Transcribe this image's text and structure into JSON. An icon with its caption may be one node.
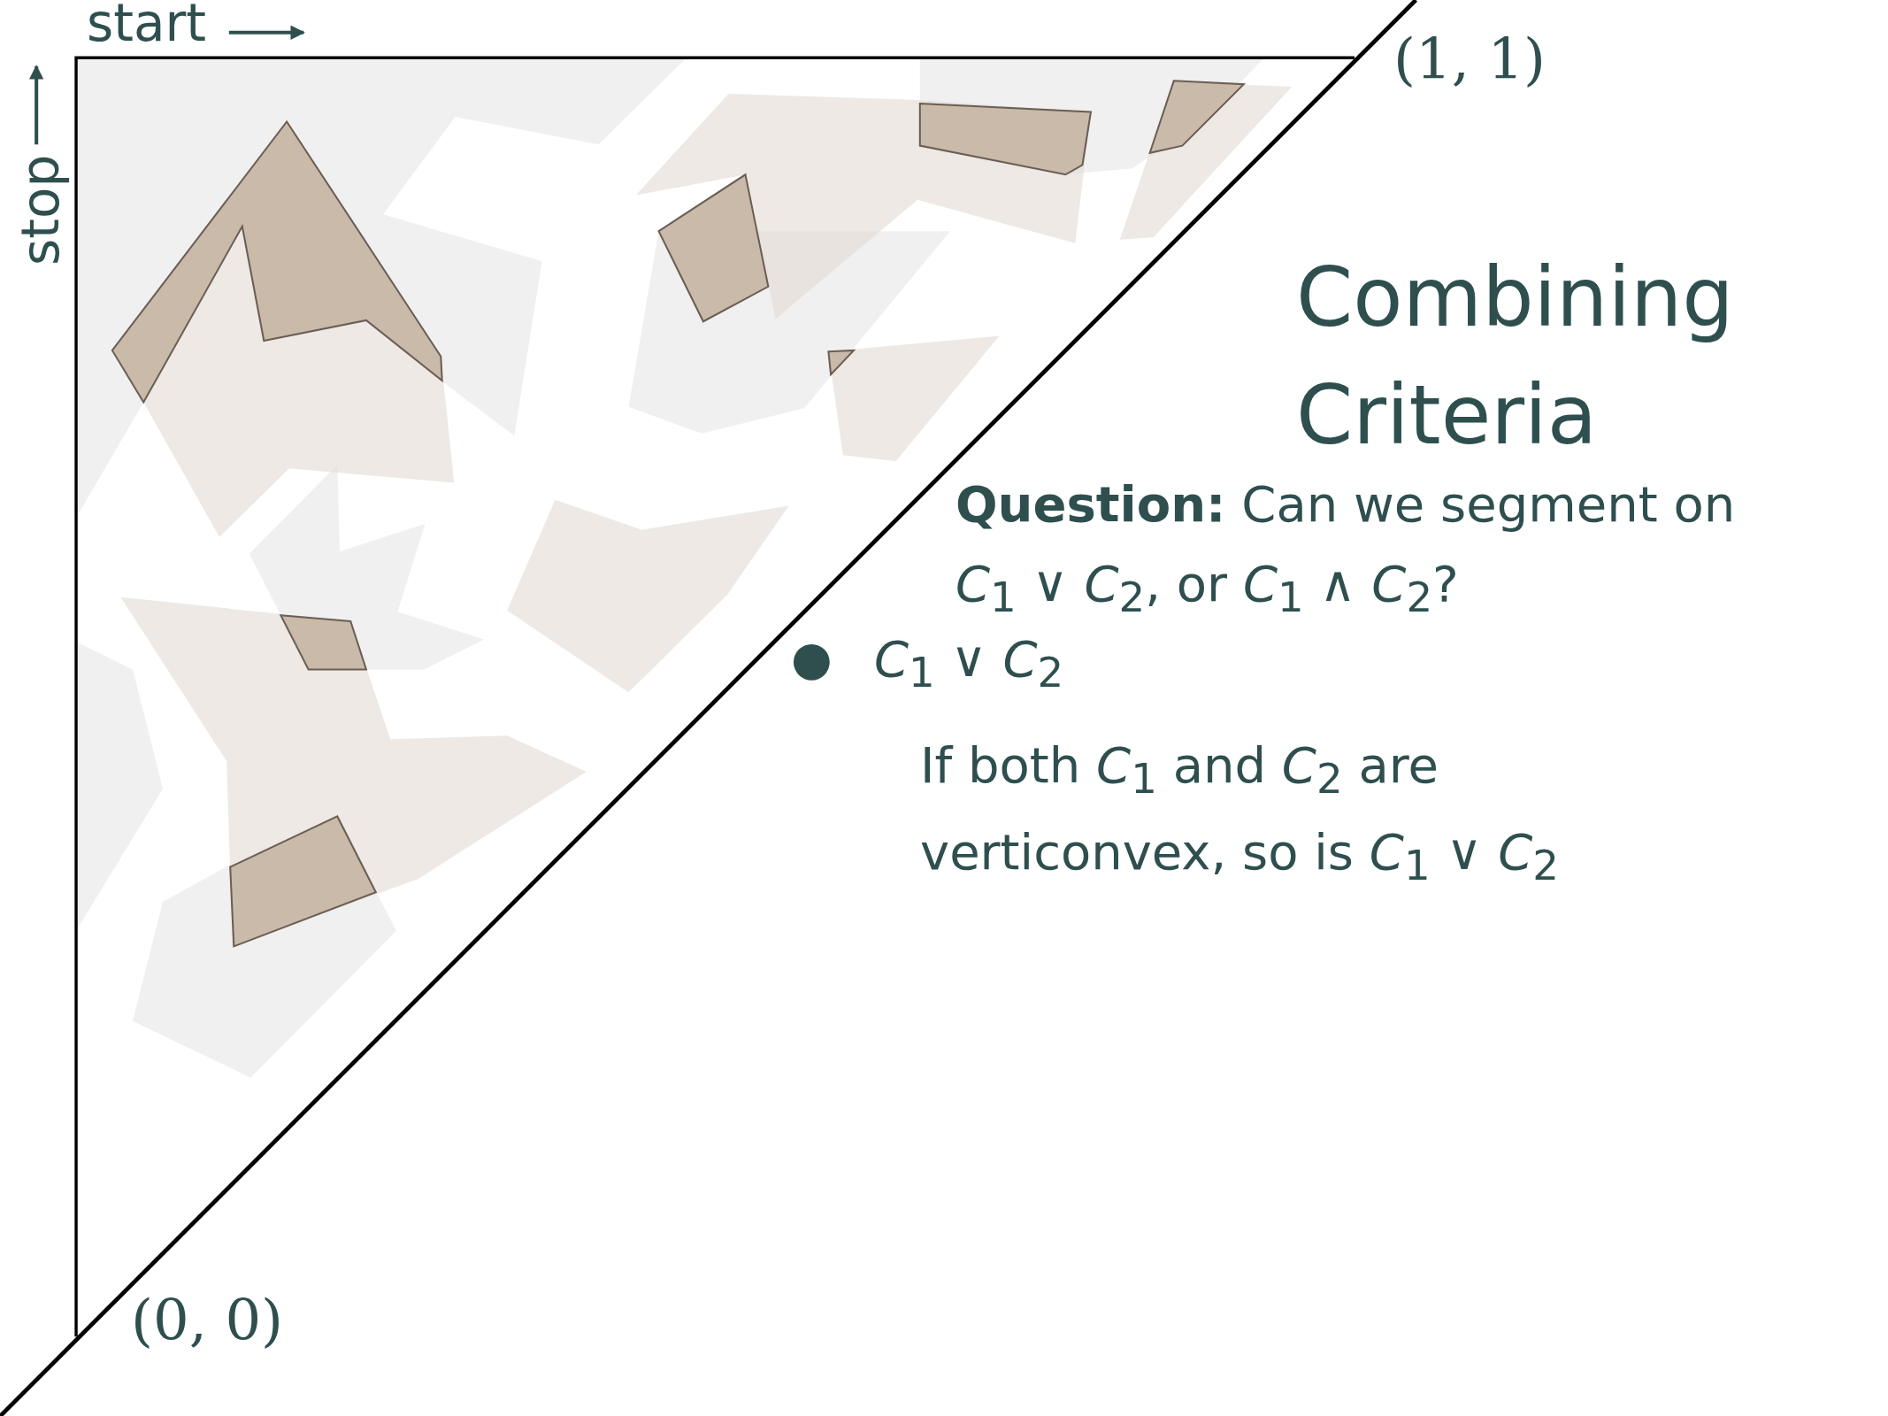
{
  "diagram": {
    "title": "Combining Criteria",
    "labels": [
      "start",
      "stop",
      "(1, 1)",
      "(0, 0)",
      "**Question:** Can we segment on *C*$_{1}$ ∨ *C*$_{2}$, or *C*$_{1}$ ∧ *C*$_{2}$?",
      "*C*$_{1}$ ∨ *C*$_{2}$",
      "If both *C*$_{1}$ and *C*$_{2}$ are verticonvex, so is *C*$_{1}$ ∨ *C*$_{2}$"
    ]
  }
}
